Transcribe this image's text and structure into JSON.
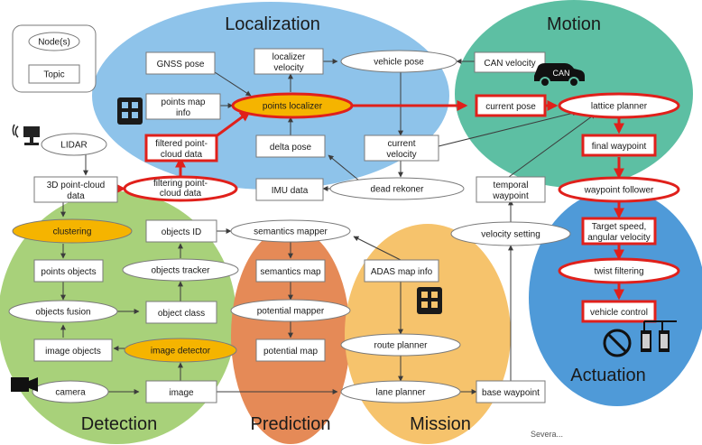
{
  "regions": {
    "localization": "Localization",
    "motion": "Motion",
    "detection": "Detection",
    "prediction": "Prediction",
    "mission": "Mission",
    "actuation": "Actuation"
  },
  "legend": {
    "node": "Node(s)",
    "topic": "Topic"
  },
  "icons": {
    "lidar": "lidar-sensor-icon",
    "camera": "camera-icon",
    "car": "car-icon",
    "car_text": "CAN",
    "steering": "steering-wheel-icon",
    "pedals": "pedals-icon",
    "map_pin": "map-pin-icon"
  },
  "colors": {
    "localization": "#8ec3ea",
    "motion": "#5dbfa3",
    "detection": "#a8d17a",
    "prediction": "#e58a57",
    "mission": "#f6c36c",
    "actuation": "#4f9ad8",
    "highlight_red": "#e0201b",
    "highlight_yellow": "#f5b400"
  },
  "nodes": [
    {
      "id": "lidar",
      "label": "LIDAR"
    },
    {
      "id": "filtering",
      "label": "filtering point-",
      "label2": "cloud data"
    },
    {
      "id": "points_localizer",
      "label": "points localizer"
    },
    {
      "id": "vehicle_pose",
      "label": "vehicle pose"
    },
    {
      "id": "dead_rekoner",
      "label": "dead rekoner"
    },
    {
      "id": "lattice_planner",
      "label": "lattice planner"
    },
    {
      "id": "waypoint_follower",
      "label": "waypoint follower"
    },
    {
      "id": "twist_filtering",
      "label": "twist filtering"
    },
    {
      "id": "clustering",
      "label": "clustering"
    },
    {
      "id": "objects_tracker",
      "label": "objects tracker"
    },
    {
      "id": "objects_fusion",
      "label": "objects fusion"
    },
    {
      "id": "image_detector",
      "label": "image detector"
    },
    {
      "id": "camera",
      "label": "camera"
    },
    {
      "id": "semantics_mapper",
      "label": "semantics mapper"
    },
    {
      "id": "potential_mapper",
      "label": "potential mapper"
    },
    {
      "id": "route_planner",
      "label": "route planner"
    },
    {
      "id": "lane_planner",
      "label": "lane planner"
    },
    {
      "id": "velocity_setting",
      "label": "velocity setting"
    }
  ],
  "topics": [
    {
      "id": "gnss_pose",
      "label": "GNSS pose"
    },
    {
      "id": "localizer_velocity",
      "label": "localizer",
      "label2": "velocity"
    },
    {
      "id": "can_velocity",
      "label": "CAN velocity"
    },
    {
      "id": "points_map_info",
      "label": "points map",
      "label2": "info"
    },
    {
      "id": "current_pose",
      "label": "current pose"
    },
    {
      "id": "filtered_point_cloud",
      "label": "filtered point-",
      "label2": "cloud data"
    },
    {
      "id": "delta_pose",
      "label": "delta pose"
    },
    {
      "id": "current_velocity",
      "label": "current",
      "label2": "velocity"
    },
    {
      "id": "final_waypoint",
      "label": "final waypoint"
    },
    {
      "id": "point_cloud_3d",
      "label": "3D point-cloud",
      "label2": "data"
    },
    {
      "id": "imu_data",
      "label": "IMU data"
    },
    {
      "id": "temporal_waypoint",
      "label": "temporal",
      "label2": "waypoint"
    },
    {
      "id": "target_speed",
      "label": "Target speed,",
      "label2": "angular velocity"
    },
    {
      "id": "objects_id",
      "label": "objects ID"
    },
    {
      "id": "points_objects",
      "label": "points objects"
    },
    {
      "id": "semantics_map",
      "label": "semantics map"
    },
    {
      "id": "adas_map_info",
      "label": "ADAS map info"
    },
    {
      "id": "object_class",
      "label": "object class"
    },
    {
      "id": "vehicle_control",
      "label": "vehicle control"
    },
    {
      "id": "potential_map",
      "label": "potential map"
    },
    {
      "id": "image_objects",
      "label": "image objects"
    },
    {
      "id": "image",
      "label": "image"
    },
    {
      "id": "base_waypoint",
      "label": "base waypoint"
    }
  ],
  "footer": "Severa..."
}
